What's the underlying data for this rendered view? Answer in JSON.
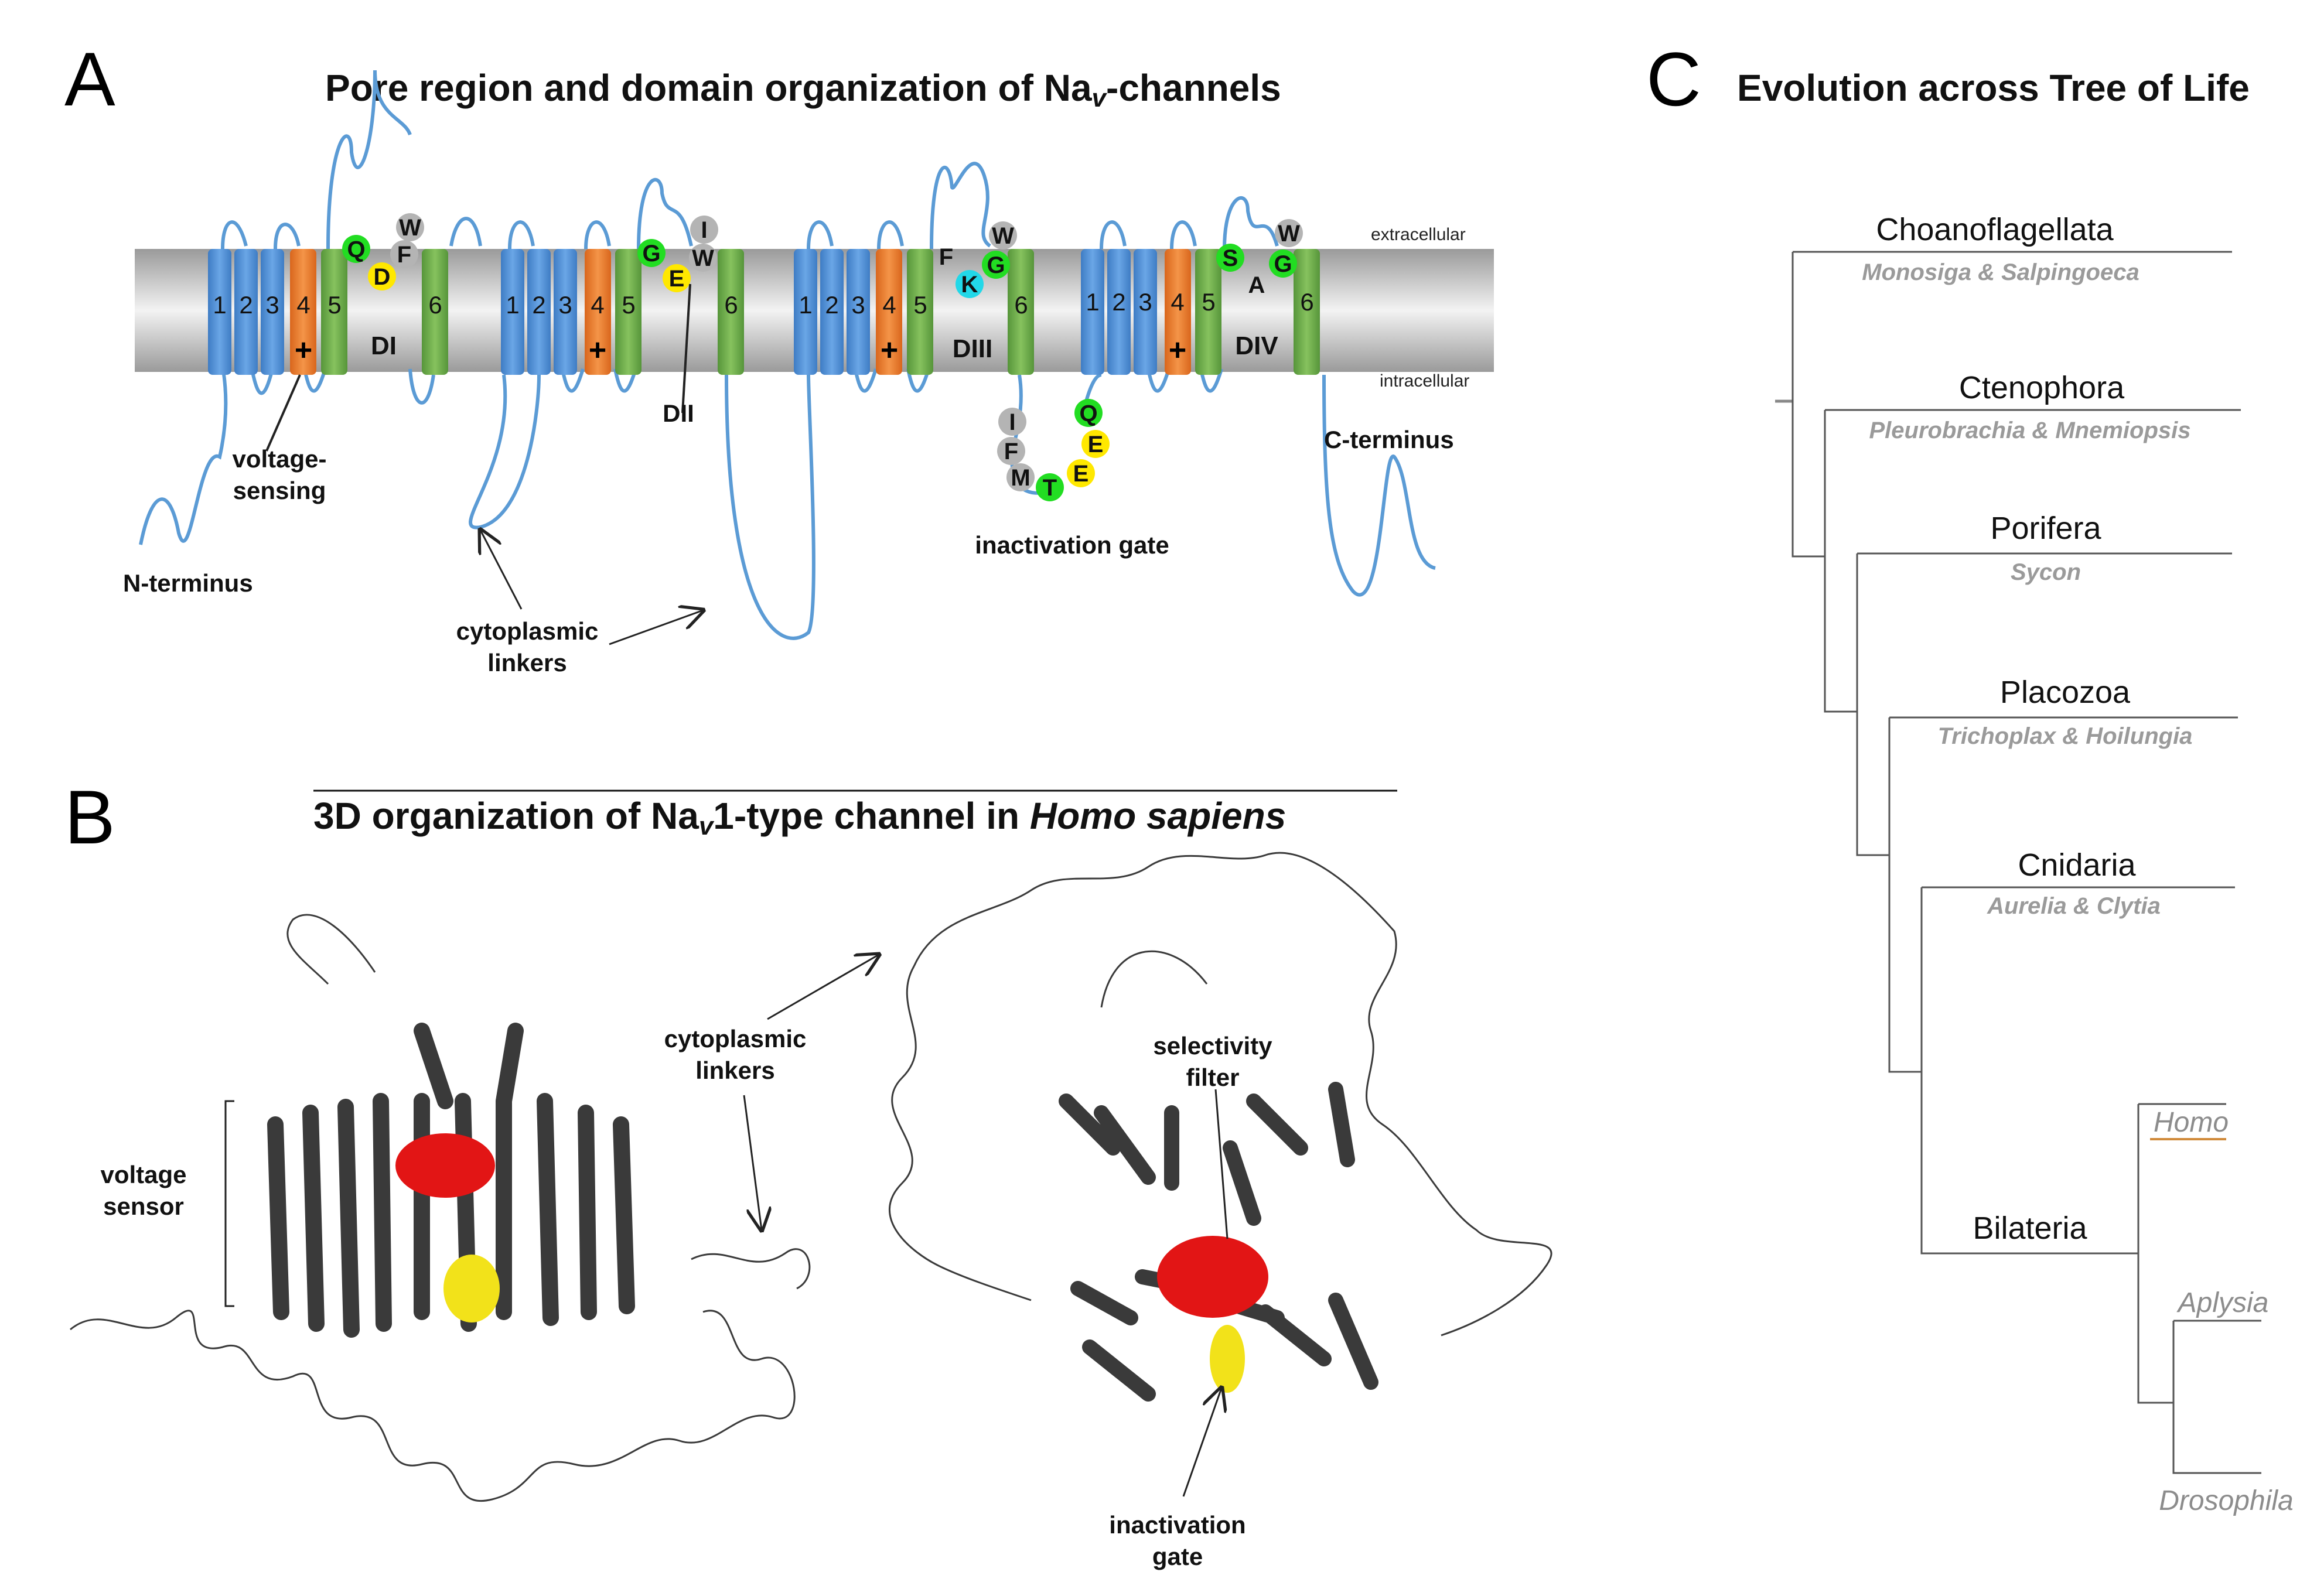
{
  "colors": {
    "helix_blue": "#4f8fd6",
    "helix_orange": "#e8782a",
    "helix_green": "#6aa546",
    "linker": "#5b9bd5",
    "res_green": "#22dd22",
    "res_yellow": "#ffe800",
    "res_gray": "#b4b4b4",
    "res_cyan": "#22d8e8",
    "protein_dark": "#3c3c3c",
    "selectivity_red": "#e21515",
    "gate_yellow": "#f2e21a",
    "homo_line": "#d08a3a"
  },
  "panel_a": {
    "letter": "A",
    "title_part1": "Pore region and domain organization of Na",
    "title_sub": "v",
    "title_part2": "-channels",
    "membrane": {
      "extracellular": "extracellular",
      "intracellular": "intracellular"
    },
    "helix_numbers": [
      "1",
      "2",
      "3",
      "4",
      "5",
      "6"
    ],
    "plus": "+",
    "domains": [
      {
        "label": "DI",
        "residues": [
          "Q",
          "D",
          "F",
          "W"
        ]
      },
      {
        "label": "DII",
        "residues": [
          "G",
          "E",
          "I",
          "W"
        ]
      },
      {
        "label": "DIII",
        "residues": [
          "F",
          "K",
          "G",
          "W"
        ]
      },
      {
        "label": "DIV",
        "residues": [
          "S",
          "A",
          "G",
          "W"
        ]
      }
    ],
    "gate_residues": [
      "I",
      "F",
      "M",
      "T",
      "E",
      "E",
      "Q"
    ],
    "labels": {
      "voltage_sensing_1": "voltage-",
      "voltage_sensing_2": "sensing",
      "n_terminus": "N-terminus",
      "c_terminus": "C-terminus",
      "cytoplasmic_1": "cytoplasmic",
      "cytoplasmic_2": "linkers",
      "inactivation_gate": "inactivation gate"
    }
  },
  "panel_b": {
    "letter": "B",
    "title_part1": "3D organization of Na",
    "title_sub": "v",
    "title_part2": "1-type channel in ",
    "title_italic": "Homo sapiens",
    "labels": {
      "voltage_1": "voltage",
      "voltage_2": "sensor",
      "cytoplasmic_1": "cytoplasmic",
      "cytoplasmic_2": "linkers",
      "selectivity_1": "selectivity",
      "selectivity_2": "filter",
      "inactivation_1": "inactivation",
      "inactivation_2": "gate"
    }
  },
  "panel_c": {
    "letter": "C",
    "title": "Evolution across Tree of Life",
    "taxa": [
      {
        "name": "Choanoflagellata",
        "genera": "Monosiga & Salpingoeca"
      },
      {
        "name": "Ctenophora",
        "genera": "Pleurobrachia & Mnemiopsis"
      },
      {
        "name": "Porifera",
        "genera": "Sycon"
      },
      {
        "name": "Placozoa",
        "genera": "Trichoplax & Hoilungia"
      },
      {
        "name": "Cnidaria",
        "genera": "Aurelia & Clytia"
      },
      {
        "name": "Bilateria",
        "genera": ""
      }
    ],
    "bilateria_genera": [
      "Homo",
      "Aplysia",
      "Drosophila"
    ]
  }
}
